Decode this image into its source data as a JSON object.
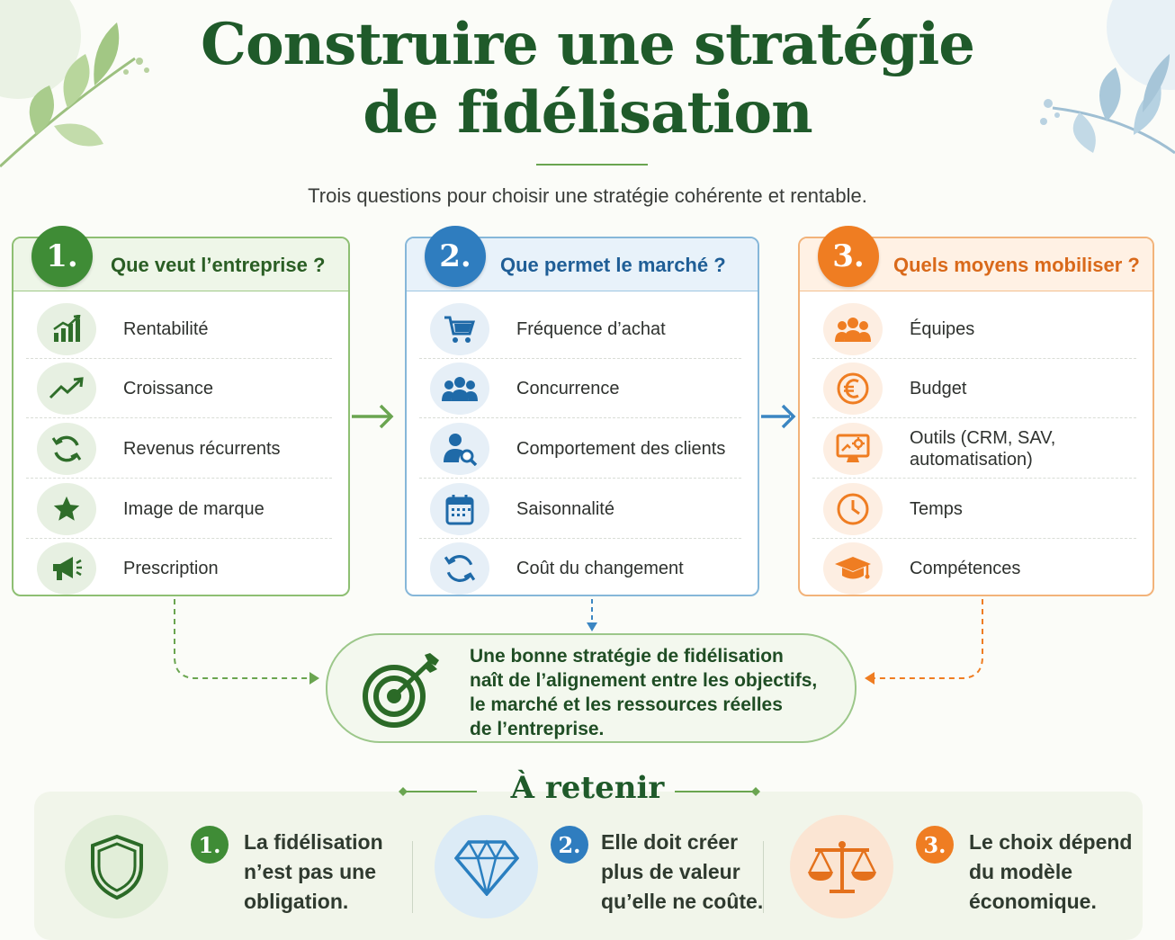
{
  "title": {
    "line1": "Construire une stratégie",
    "line2": "de fidélisation"
  },
  "subtitle": "Trois questions pour choisir une stratégie cohérente et rentable.",
  "colors": {
    "green": "#3f8c36",
    "blue": "#2f7dbf",
    "orange": "#ef7d22",
    "dark_green": "#1f5a2a"
  },
  "cards": [
    {
      "number": "1.",
      "title": "Que veut l’entreprise ?",
      "items": [
        {
          "label": "Rentabilité",
          "icon": "bar-chart-icon"
        },
        {
          "label": "Croissance",
          "icon": "trend-up-icon"
        },
        {
          "label": "Revenus récurrents",
          "icon": "refresh-icon"
        },
        {
          "label": "Image de marque",
          "icon": "star-icon"
        },
        {
          "label": "Prescription",
          "icon": "megaphone-icon"
        }
      ]
    },
    {
      "number": "2.",
      "title": "Que permet le marché ?",
      "items": [
        {
          "label": "Fréquence d’achat",
          "icon": "cart-icon"
        },
        {
          "label": "Concurrence",
          "icon": "people-icon"
        },
        {
          "label": "Comportement des clients",
          "icon": "user-search-icon"
        },
        {
          "label": "Saisonnalité",
          "icon": "calendar-icon"
        },
        {
          "label": "Coût du changement",
          "icon": "refresh-icon"
        }
      ]
    },
    {
      "number": "3.",
      "title": "Quels moyens mobiliser ?",
      "items": [
        {
          "label": "Équipes",
          "icon": "team-icon"
        },
        {
          "label": "Budget",
          "icon": "euro-icon"
        },
        {
          "label": "Outils (CRM, SAV, automatisation)",
          "label_line1": "Outils (CRM, SAV,",
          "label_line2": "automatisation)",
          "icon": "monitor-gear-icon"
        },
        {
          "label": "Temps",
          "icon": "clock-icon"
        },
        {
          "label": "Compétences",
          "icon": "graduation-cap-icon"
        }
      ]
    }
  ],
  "conclusion": {
    "lines": [
      "Une bonne stratégie de fidélisation",
      "naît de l’alignement entre les objectifs,",
      "le marché et les ressources réelles",
      "de l’entreprise."
    ],
    "icon": "target-arrow-icon"
  },
  "retenir": {
    "title": "À retenir",
    "items": [
      {
        "number": "1.",
        "lines": [
          "La fidélisation",
          "n’est pas une",
          "obligation."
        ],
        "icon": "shield-icon"
      },
      {
        "number": "2.",
        "lines": [
          "Elle doit créer",
          "plus de valeur",
          "qu’elle ne coûte."
        ],
        "icon": "diamond-icon"
      },
      {
        "number": "3.",
        "lines": [
          "Le choix dépend",
          "du modèle",
          "économique."
        ],
        "icon": "scales-icon"
      }
    ]
  }
}
